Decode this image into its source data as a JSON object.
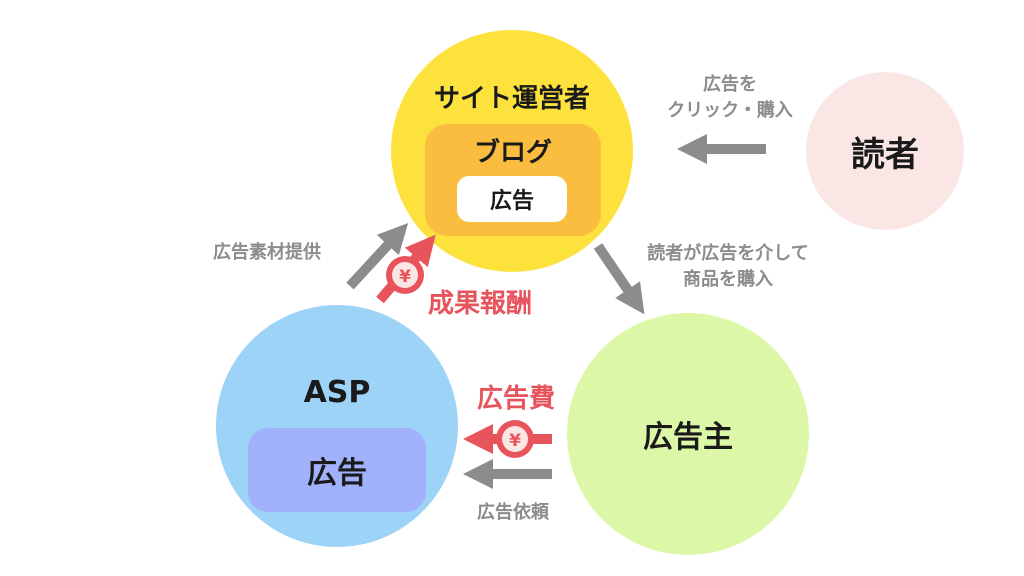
{
  "nodes": {
    "site_operator": {
      "label": "サイト運営者",
      "color": "#fde23e"
    },
    "blog": {
      "label": "ブログ",
      "color": "#fbbd40"
    },
    "blog_ad": {
      "label": "広告"
    },
    "reader": {
      "label": "読者",
      "color": "#fbe6e6"
    },
    "asp": {
      "label": "ASP",
      "color": "#9dd3f7"
    },
    "asp_ad": {
      "label": "広告",
      "color": "#a1b1fb"
    },
    "advertiser": {
      "label": "広告主",
      "color": "#dcf7a8"
    }
  },
  "edges": {
    "reader_to_site": {
      "line1": "広告を",
      "line2": "クリック・購入"
    },
    "site_to_advertiser": {
      "line1": "読者が広告を介して",
      "line2": "商品を購入"
    },
    "asp_to_site_material": {
      "label": "広告素材提供"
    },
    "asp_to_site_reward": {
      "label": "成果報酬"
    },
    "advertiser_to_asp_fee": {
      "label": "広告費"
    },
    "advertiser_to_asp_request": {
      "label": "広告依頼"
    }
  },
  "icons": {
    "coin": "yen-coin-icon",
    "arrow": "arrow-icon"
  },
  "colors": {
    "gray_arrow": "#8c8c8c",
    "red_arrow": "#e8545c",
    "coin": "#e8545c"
  }
}
